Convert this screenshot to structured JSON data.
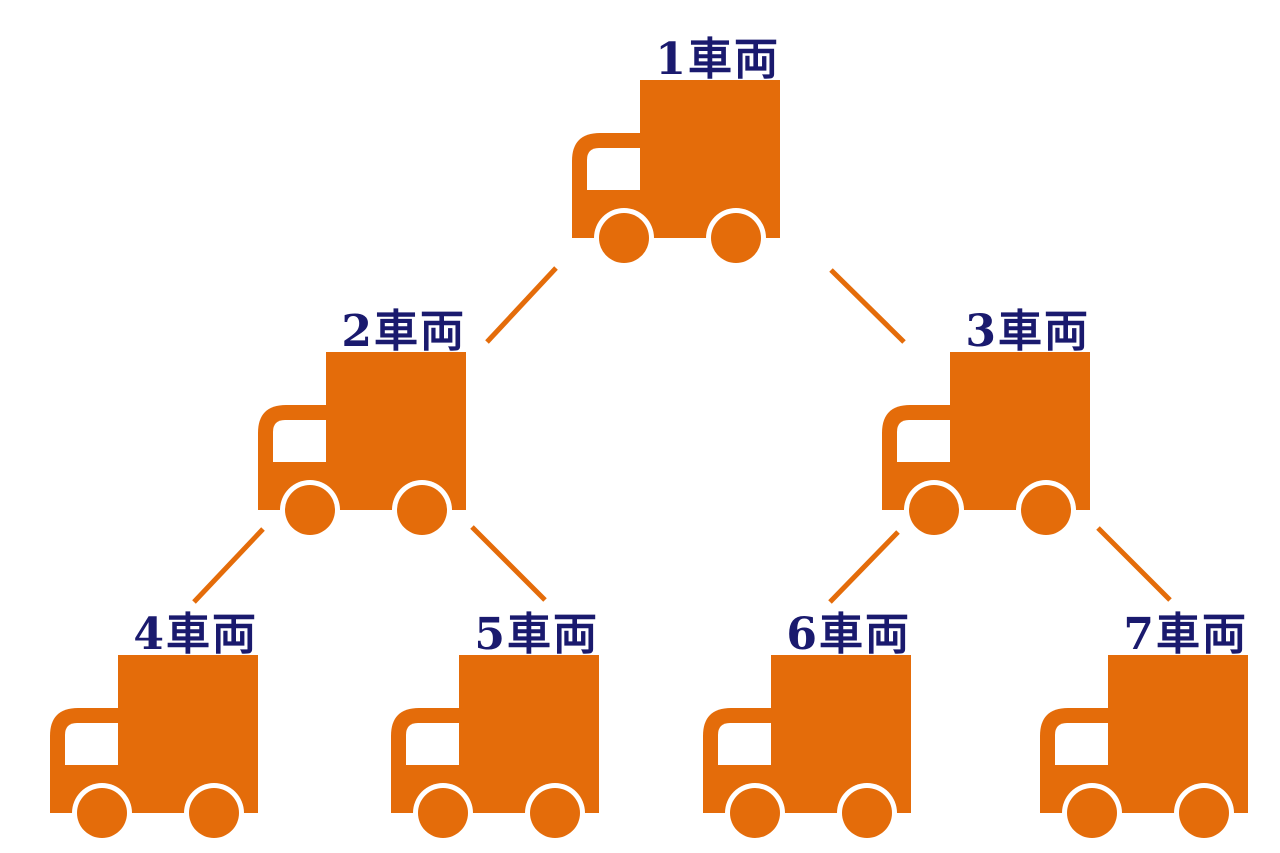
{
  "colors": {
    "truck": "#E46C0A",
    "connector": "#E46C0A",
    "label": "#1A1A6E",
    "background": "#FFFFFF"
  },
  "trucks": [
    {
      "label": "1車両",
      "icon": "truck-icon"
    },
    {
      "label": "2車両",
      "icon": "truck-icon"
    },
    {
      "label": "3車両",
      "icon": "truck-icon"
    },
    {
      "label": "4車両",
      "icon": "truck-icon"
    },
    {
      "label": "5車両",
      "icon": "truck-icon"
    },
    {
      "label": "6車両",
      "icon": "truck-icon"
    },
    {
      "label": "7車両",
      "icon": "truck-icon"
    }
  ]
}
